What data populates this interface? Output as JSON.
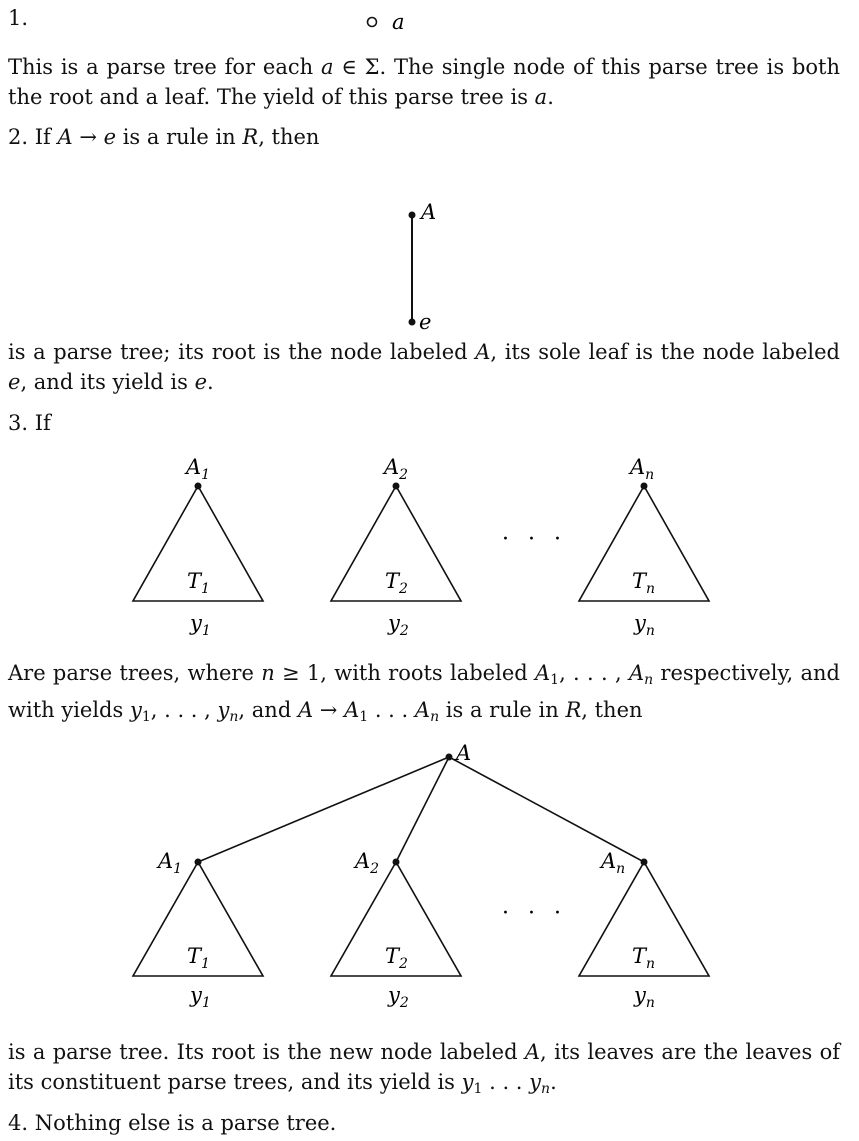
{
  "item1": {
    "number": "1.",
    "leaf_label": "a",
    "text": "This is a parse tree for each a ∈ Σ. The single node of this parse tree is both the root and a leaf. The yield of this parse tree is a."
  },
  "item2": {
    "number": "2.",
    "intro": "If A → e is a rule in R, then",
    "root_label": "A",
    "leaf_label": "e",
    "text": "is a parse tree; its root is the node labeled A, its sole leaf is the node labeled e, and its yield is e."
  },
  "item3": {
    "number": "3.",
    "intro": "If",
    "subtrees": [
      {
        "root": "A",
        "root_sub": "1",
        "tree": "T",
        "tree_sub": "1",
        "yield": "y",
        "yield_sub": "1"
      },
      {
        "root": "A",
        "root_sub": "2",
        "tree": "T",
        "tree_sub": "2",
        "yield": "y",
        "yield_sub": "2"
      },
      {
        "root": "A",
        "root_sub": "n",
        "tree": "T",
        "tree_sub": "n",
        "yield": "y",
        "yield_sub": "n"
      }
    ],
    "ellipsis": "· · ·",
    "middle_text": "Are parse trees, where n ≥ 1, with roots labeled A1, . . . , An respectively, and with yields y1, . . . , yn, and A → A1 . . . An is a rule in R, then",
    "new_root_label": "A",
    "text": "is a parse tree. Its root is the new node labeled A, its leaves are the leaves of its constituent parse trees, and its yield is y1 . . . yn."
  },
  "item4": {
    "number": "4.",
    "text": "Nothing else is a parse tree."
  }
}
